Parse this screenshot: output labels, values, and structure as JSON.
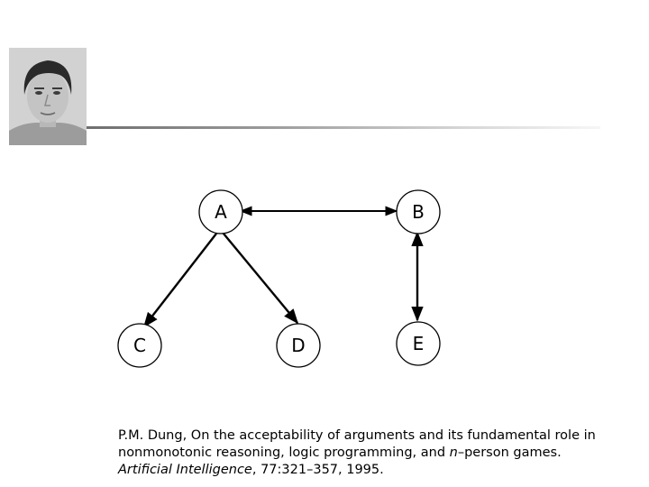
{
  "photo": {
    "alt": "Portrait photo of P.M. Dung"
  },
  "nodes": [
    {
      "id": "A",
      "label": "A"
    },
    {
      "id": "B",
      "label": "B"
    },
    {
      "id": "C",
      "label": "C"
    },
    {
      "id": "D",
      "label": "D"
    },
    {
      "id": "E",
      "label": "E"
    }
  ],
  "edges": [
    {
      "from": "A",
      "to": "B",
      "direction": "both"
    },
    {
      "from": "A",
      "to": "C",
      "direction": "forward"
    },
    {
      "from": "A",
      "to": "D",
      "direction": "forward"
    },
    {
      "from": "B",
      "to": "E",
      "direction": "both"
    }
  ],
  "citation": {
    "line1": "P.M. Dung, On the acceptability of arguments and its fundamental role in",
    "line2_a": "nonmonotonic reasoning, logic programming, and ",
    "line2_n": "n",
    "line2_b": "–person games.",
    "journal": "Artificial Intelligence",
    "details": ", 77:321–357, 1995."
  }
}
